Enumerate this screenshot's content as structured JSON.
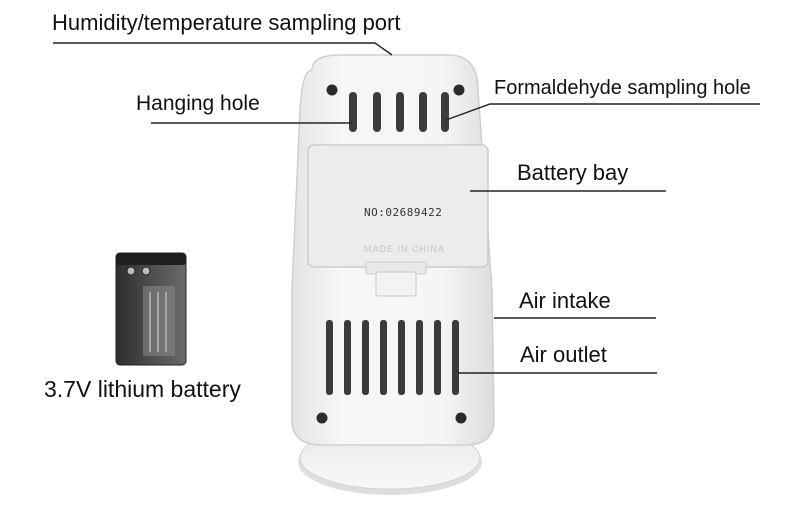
{
  "labels": {
    "humidity_port": "Humidity/temperature sampling port",
    "hanging_hole": "Hanging hole",
    "formaldehyde_hole": "Formaldehyde sampling hole",
    "battery_bay": "Battery bay",
    "air_intake": "Air intake",
    "air_outlet": "Air outlet",
    "lithium_battery": "3.7V lithium battery"
  },
  "device": {
    "serial_number": "NO:02689422",
    "made_in": "MADE IN CHINA"
  },
  "colors": {
    "line": "#222222",
    "body": "#f2f2f2",
    "body_edge": "#d8d8d8",
    "slot": "#3a3a3a",
    "battery_dark": "#3c3c3c",
    "battery_light": "#b8b8b8"
  }
}
